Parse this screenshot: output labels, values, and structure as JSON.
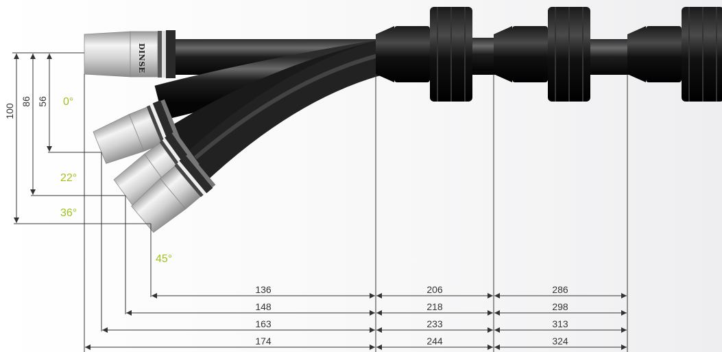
{
  "brand": "DINSE",
  "angles": [
    "0°",
    "22°",
    "36°",
    "45°"
  ],
  "vertical_dims": [
    "100",
    "86",
    "56"
  ],
  "horizontal_dims": [
    [
      "136",
      "206",
      "286"
    ],
    [
      "148",
      "218",
      "298"
    ],
    [
      "163",
      "233",
      "313"
    ],
    [
      "174",
      "244",
      "324"
    ]
  ],
  "colors": {
    "angle": "#9dc31b",
    "line": "#333333"
  }
}
